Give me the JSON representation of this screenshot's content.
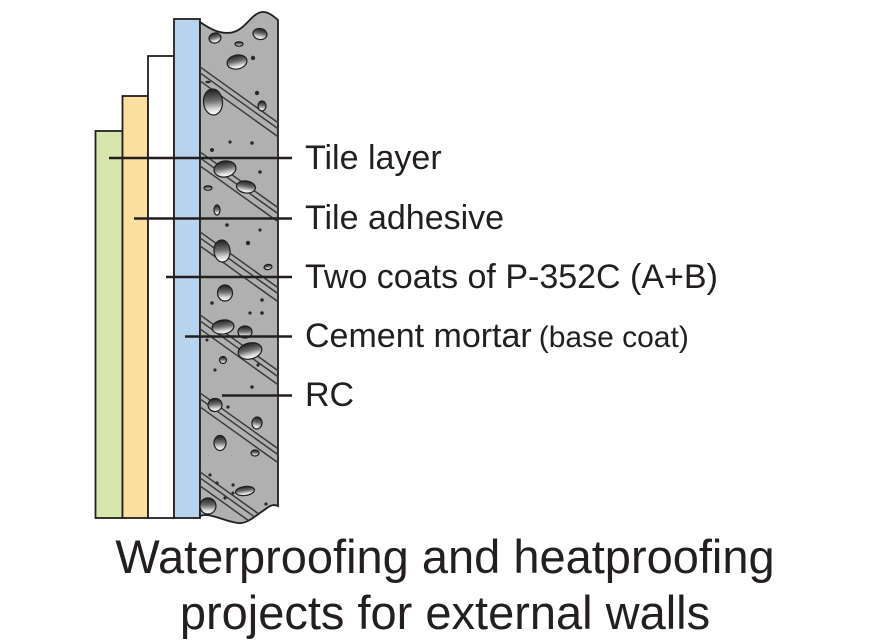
{
  "colors": {
    "ink": "#231f20"
  },
  "diagram": {
    "layers": [
      {
        "name": "Tile layer",
        "color": "#d6e6ad"
      },
      {
        "name": "Tile adhesive",
        "color": "#fbdfa0"
      },
      {
        "name": "Two coats of P-352C (A+B)",
        "color": "#ffffff"
      },
      {
        "name": "Cement mortar (base coat)",
        "color": "#b7d4ec"
      },
      {
        "name": "RC",
        "color": "#b0b0b0"
      }
    ],
    "labels": [
      {
        "text": "Tile layer",
        "suffix": ""
      },
      {
        "text": "Tile adhesive",
        "suffix": ""
      },
      {
        "text": "Two coats of P-352C (A+B)",
        "suffix": ""
      },
      {
        "text": "Cement mortar",
        "suffix": "(base coat)"
      },
      {
        "text": "RC",
        "suffix": ""
      }
    ]
  },
  "caption": {
    "line1": "Waterproofing and heatproofing",
    "line2": "projects for external walls"
  }
}
